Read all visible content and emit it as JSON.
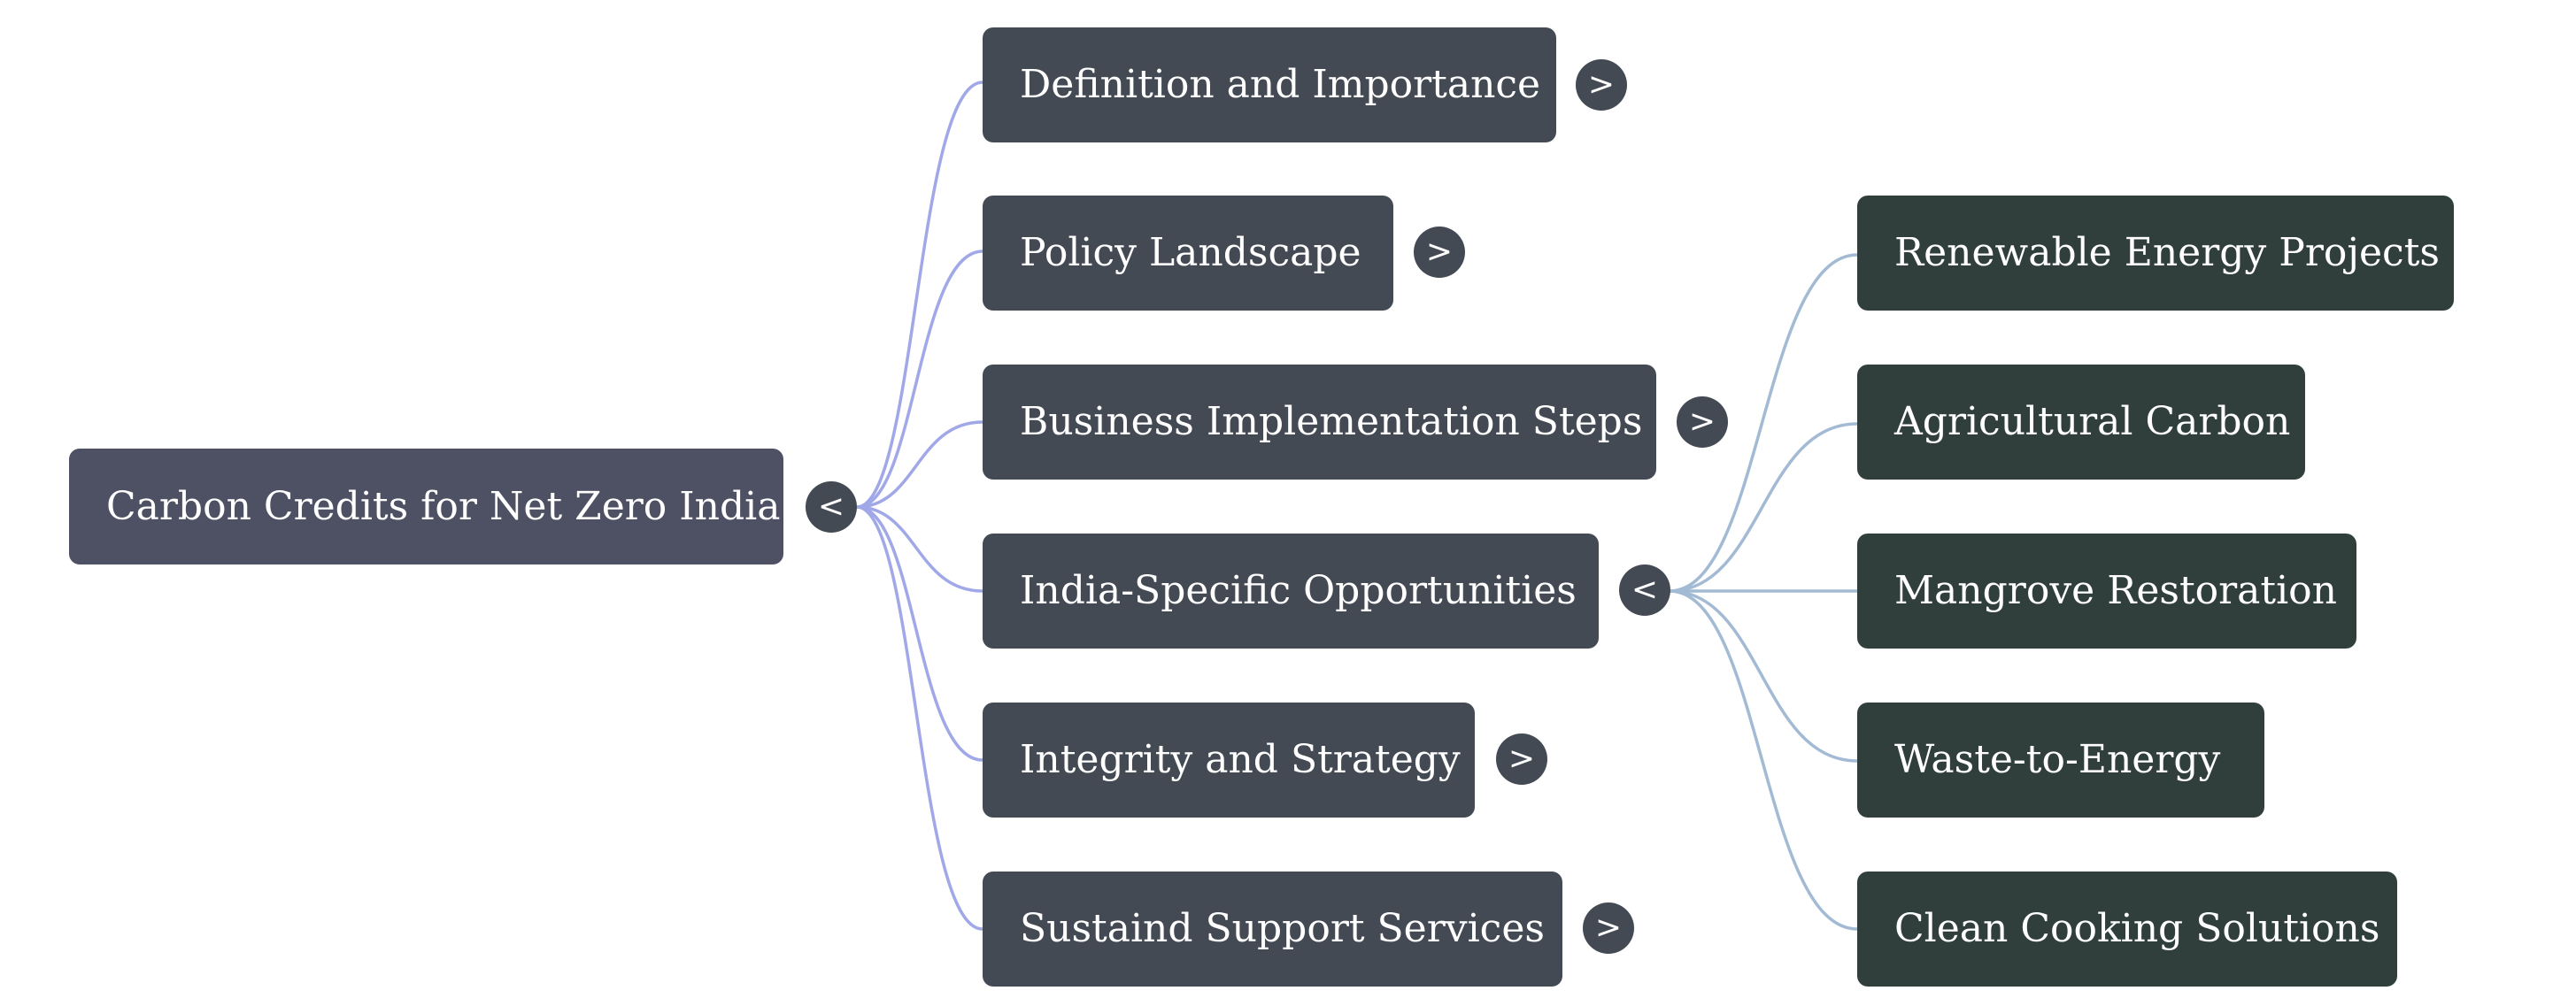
{
  "root": {
    "label": "Carbon Credits for Net Zero India",
    "toggle": "<"
  },
  "branches": [
    {
      "label": "Definition and Importance",
      "toggle": ">"
    },
    {
      "label": "Policy Landscape",
      "toggle": ">"
    },
    {
      "label": "Business Implementation Steps",
      "toggle": ">"
    },
    {
      "label": "India-Specific Opportunities",
      "toggle": "<"
    },
    {
      "label": "Integrity and Strategy",
      "toggle": ">"
    },
    {
      "label": "Sustaind Support Services",
      "toggle": ">"
    }
  ],
  "leaves": [
    {
      "label": "Renewable Energy Projects"
    },
    {
      "label": "Agricultural Carbon"
    },
    {
      "label": "Mangrove Restoration"
    },
    {
      "label": "Waste-to-Energy"
    },
    {
      "label": "Clean Cooking Solutions"
    }
  ],
  "colors": {
    "root_fill": "#4e5164",
    "branch_fill": "#434a54",
    "leaf_fill": "#303f3c",
    "root_links": "#a0a8e8",
    "leaf_links": "#a3bad4",
    "text": "#ffffff"
  }
}
